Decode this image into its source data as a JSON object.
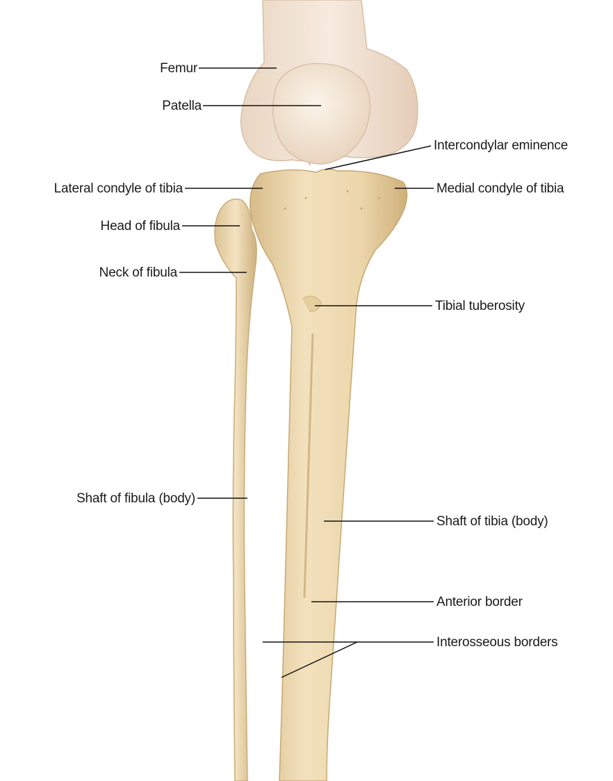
{
  "labels": {
    "femur": "Femur",
    "patella": "Patella",
    "intercondylar_eminence": "Intercondylar eminence",
    "lateral_condyle": "Lateral condyle of tibia",
    "medial_condyle": "Medial condyle of tibia",
    "head_of_fibula": "Head of fibula",
    "neck_of_fibula": "Neck of fibula",
    "tibial_tuberosity": "Tibial tuberosity",
    "shaft_of_fibula": "Shaft of fibula (body)",
    "shaft_of_tibia": "Shaft of tibia (body)",
    "anterior_border": "Anterior border",
    "interosseous_borders": "Interosseous borders"
  },
  "colors": {
    "bone": "#efdcb4",
    "bone_shade": "#dcc190",
    "femur": "#f2e2d0",
    "patella": "#f6ece0",
    "leader_line": "#111111"
  }
}
